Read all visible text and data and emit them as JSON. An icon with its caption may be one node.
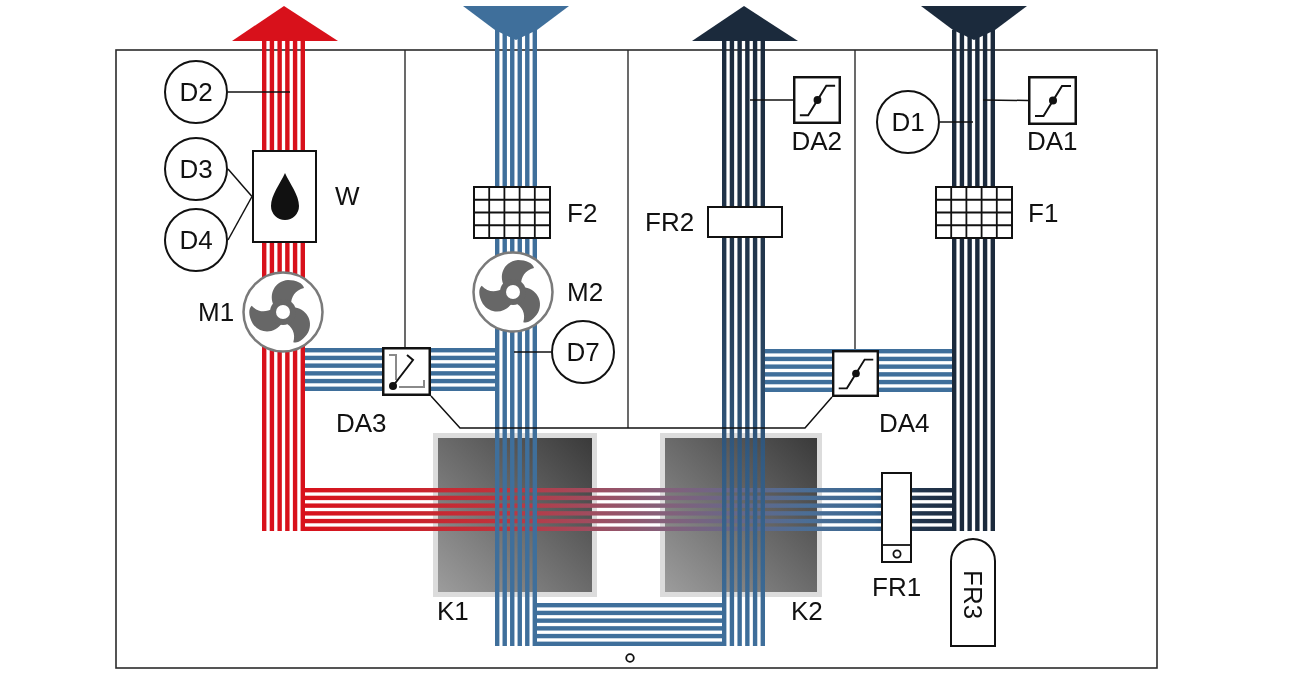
{
  "diagram": {
    "nodes": [
      {
        "text": [
          "D2"
        ]
      },
      {
        "text": [
          "DA2"
        ]
      },
      {
        "text": [
          "D1"
        ]
      },
      {
        "text": [
          "DA1"
        ]
      },
      {
        "text": [
          "D3"
        ]
      },
      {
        "text": [
          "W"
        ]
      },
      {
        "text": [
          "F2"
        ]
      },
      {
        "text": [
          "FR2"
        ]
      },
      {
        "text": [
          "F1"
        ]
      },
      {
        "text": [
          "D4"
        ]
      },
      {
        "text": [
          "M1"
        ]
      },
      {
        "text": [
          "M2"
        ]
      },
      {
        "text": [
          "D7"
        ]
      },
      {
        "text": [
          "DA3"
        ]
      },
      {
        "text": [
          "DA4"
        ]
      },
      {
        "text": [
          "K1"
        ]
      },
      {
        "text": [
          "K2"
        ]
      },
      {
        "text": [
          "FR1"
        ]
      },
      {
        "text": [
          "FR3"
        ]
      }
    ],
    "edges": [
      {
        "from": 0,
        "to": null,
        "arrow": "none"
      },
      {
        "from": 1,
        "to": null,
        "arrow": "none"
      },
      {
        "from": 2,
        "to": null,
        "arrow": "none"
      },
      {
        "from": 3,
        "to": null,
        "arrow": "none"
      },
      {
        "from": 4,
        "to": 5,
        "arrow": "none"
      },
      {
        "from": 9,
        "to": 5,
        "arrow": "none"
      },
      {
        "from": 12,
        "to": null,
        "arrow": "none"
      },
      {
        "from": 13,
        "to": 14,
        "arrow": "none"
      }
    ]
  }
}
